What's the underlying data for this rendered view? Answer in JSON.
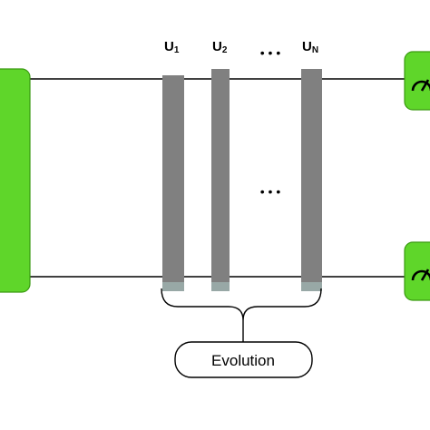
{
  "gates": [
    {
      "label": "U",
      "subscript": "1"
    },
    {
      "label": "U",
      "subscript": "2"
    },
    {
      "label": "U",
      "subscript": "N"
    }
  ],
  "ellipsis": "• • •",
  "evolution_label": "Evolution",
  "colors": {
    "green_block": "#5fd62a",
    "green_border": "#3a9a12",
    "gate_fill": "#808080",
    "gate_bottom": "#98a8a6",
    "wire": "#000000"
  },
  "icons": [
    "input-block",
    "meter-icon",
    "meter-icon"
  ]
}
